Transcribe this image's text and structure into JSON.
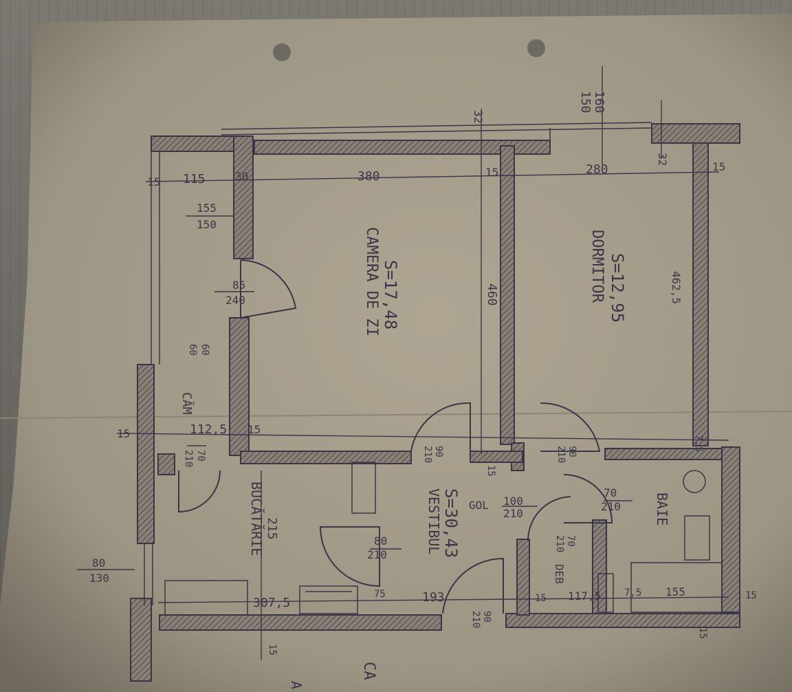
{
  "rooms": {
    "living": {
      "area": "S=17,48",
      "name": "CAMERA DE ZI"
    },
    "bedroom": {
      "area": "S=12,95",
      "name": "DORMITOR"
    },
    "kitchen": {
      "name": "BUCĂTĂRIE"
    },
    "hall": {
      "area": "S=30,43",
      "name": "VESTIBUL"
    },
    "bath": {
      "name": "BAIE"
    },
    "pantry": {
      "name": "CĂM"
    },
    "closet": {
      "name": "DEB"
    },
    "gol": {
      "name": "GOL"
    }
  },
  "dims": {
    "d160": "160",
    "d150": "150",
    "d32a": "32",
    "d32b": "32",
    "d15a": "15",
    "d15b": "15",
    "d115": "115",
    "d30": "30",
    "d380": "380",
    "d280": "280",
    "d15c": "15",
    "w155": "155",
    "w150": "150",
    "dr85": "85",
    "dr240": "240",
    "d460": "460",
    "d462": "462,5",
    "w60a": "60",
    "w60b": "60",
    "d15l": "15",
    "d1125": "112,5",
    "d15m": "15",
    "dr70a": "70",
    "dr210a": "210",
    "dr90a": "90",
    "dr210b": "210",
    "dr90b": "90",
    "dr210c": "210",
    "d15n": "15",
    "d7_5a": "7,5",
    "gol100": "100",
    "gol210": "210",
    "dr70b": "70",
    "dr210d": "210",
    "dr70c": "70",
    "dr210e": "210",
    "d215": "215",
    "dr80": "80",
    "dr210f": "210",
    "w80": "80",
    "w130": "130",
    "d307": "307,5",
    "d75": "75",
    "d193": "193",
    "dr90c": "90",
    "dr210g": "210",
    "d15p": "15",
    "d1175": "117,5",
    "d7_5b": "7,5",
    "d155": "155",
    "d15q": "15",
    "d15r": "15",
    "d15s": "15",
    "bot_a": "A",
    "bot_ca": "CA"
  },
  "colors": {
    "paper": "#a79f8e",
    "ink": "#3b3548",
    "wall_fill": "#857c72"
  }
}
